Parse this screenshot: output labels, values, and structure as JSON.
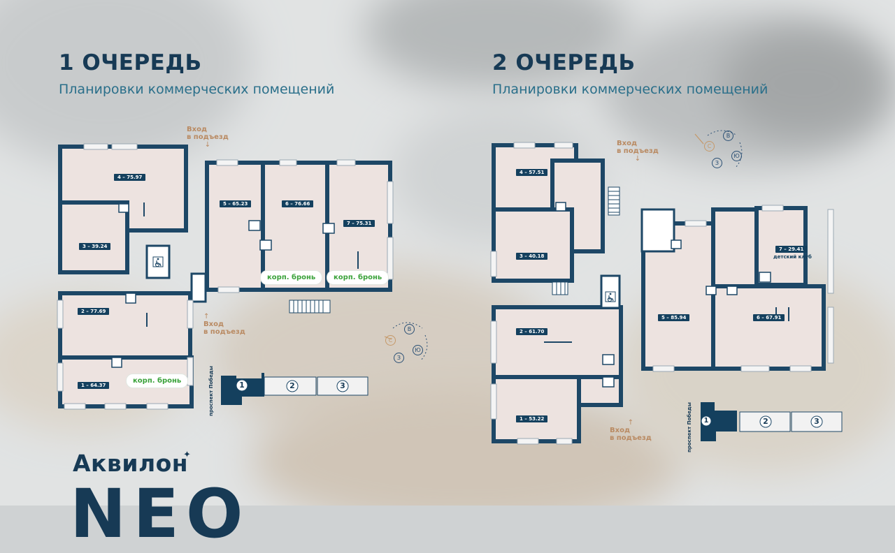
{
  "queue1": {
    "title": "1 ОЧЕРЕДЬ",
    "subtitle": "Планировки коммерческих помещений",
    "rooms": [
      {
        "label": "4 – 75.97"
      },
      {
        "label": "3 – 39.24"
      },
      {
        "label": "5 – 65.23"
      },
      {
        "label": "6 – 76.66"
      },
      {
        "label": "7 – 75.31"
      },
      {
        "label": "2 – 77.69"
      },
      {
        "label": "1 – 64.37"
      }
    ],
    "bookings": [
      "корп. бронь",
      "корп. бронь",
      "корп. бронь"
    ],
    "entrances": [
      "Вход\nв подъезд",
      "Вход\nв подъезд"
    ],
    "street": "проспект Победы",
    "buildings": [
      "1",
      "2",
      "3"
    ],
    "compass": {
      "n": "С",
      "e": "В",
      "s": "Ю",
      "w": "З"
    }
  },
  "queue2": {
    "title": "2 ОЧЕРЕДЬ",
    "subtitle": "Планировки коммерческих помещений",
    "rooms": [
      {
        "label": "4 – 57.51"
      },
      {
        "label": "3 – 40.18"
      },
      {
        "label": "7 – 29.41",
        "note": "детский клуб"
      },
      {
        "label": "2 – 61.70"
      },
      {
        "label": "5 – 85.94"
      },
      {
        "label": "6 – 67.91"
      },
      {
        "label": "1 – 53.22"
      }
    ],
    "entrances": [
      "Вход\nв подъезд",
      "Вход\nв подъезд"
    ],
    "street": "проспект Победы",
    "buildings": [
      "1",
      "2",
      "3"
    ],
    "compass": {
      "n": "С",
      "e": "В",
      "s": "Ю",
      "w": "З"
    }
  },
  "brand": {
    "name": "Аквилон",
    "big": "NEO"
  },
  "colors": {
    "navy": "#173a55",
    "wall": "#1d4766",
    "floor": "#ede3e0",
    "green": "#3aa23a",
    "copper": "#b98a62"
  },
  "icons": {
    "accessible": "wheelchair-icon",
    "stairs": "stairs-icon",
    "sparkle": "sparkle-icon"
  }
}
